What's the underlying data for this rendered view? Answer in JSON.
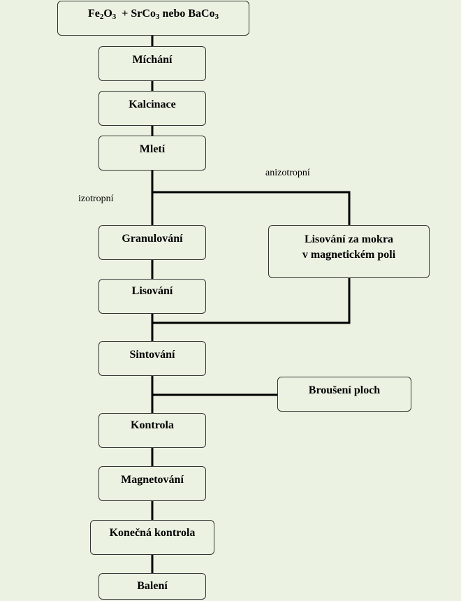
{
  "flowchart": {
    "start": {
      "part1": "Fe",
      "sub1": "2",
      "part2": "O",
      "sub2": "3",
      "part3": "  + SrCo",
      "sub3": "3",
      "part4": " nebo BaCo",
      "sub4": "3"
    },
    "steps": {
      "mixing": "Míchání",
      "calcination": "Kalcinace",
      "milling": "Mletí",
      "granulation": "Granulování",
      "pressing": "Lisování",
      "wet_pressing_line1": "Lisování za mokra",
      "wet_pressing_line2": "v magnetickém poli",
      "sintering": "Sintování",
      "grinding": "Broušení ploch",
      "inspection": "Kontrola",
      "magnetization": "Magnetování",
      "final_inspection": "Konečná kontrola",
      "packaging": "Balení"
    },
    "branches": {
      "isotropic": "izotropní",
      "anisotropic": "anizotropní"
    }
  }
}
